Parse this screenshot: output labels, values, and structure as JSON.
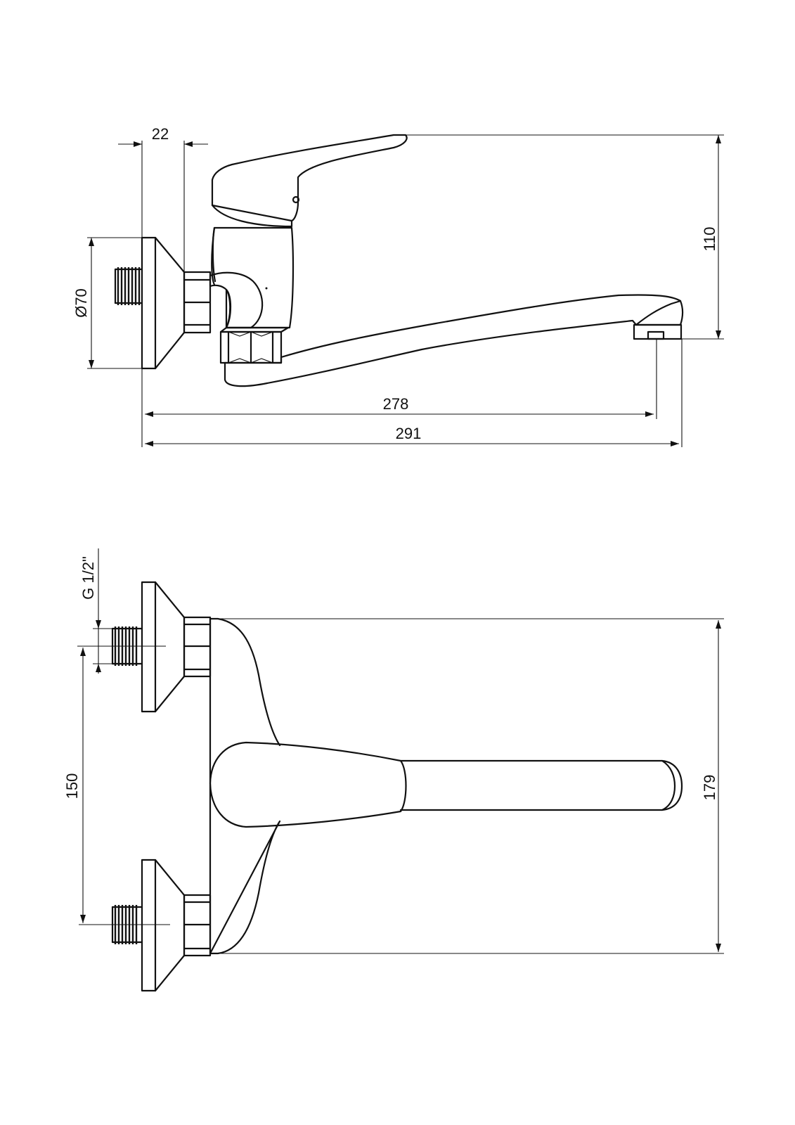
{
  "side_view": {
    "dim_offset": "22",
    "dim_diameter": "Ø70",
    "dim_height": "110",
    "dim_reach_outlet": "278",
    "dim_total_length": "291"
  },
  "top_view": {
    "dim_thread": "G 1/2\"",
    "dim_spacing": "150",
    "dim_width": "179"
  }
}
